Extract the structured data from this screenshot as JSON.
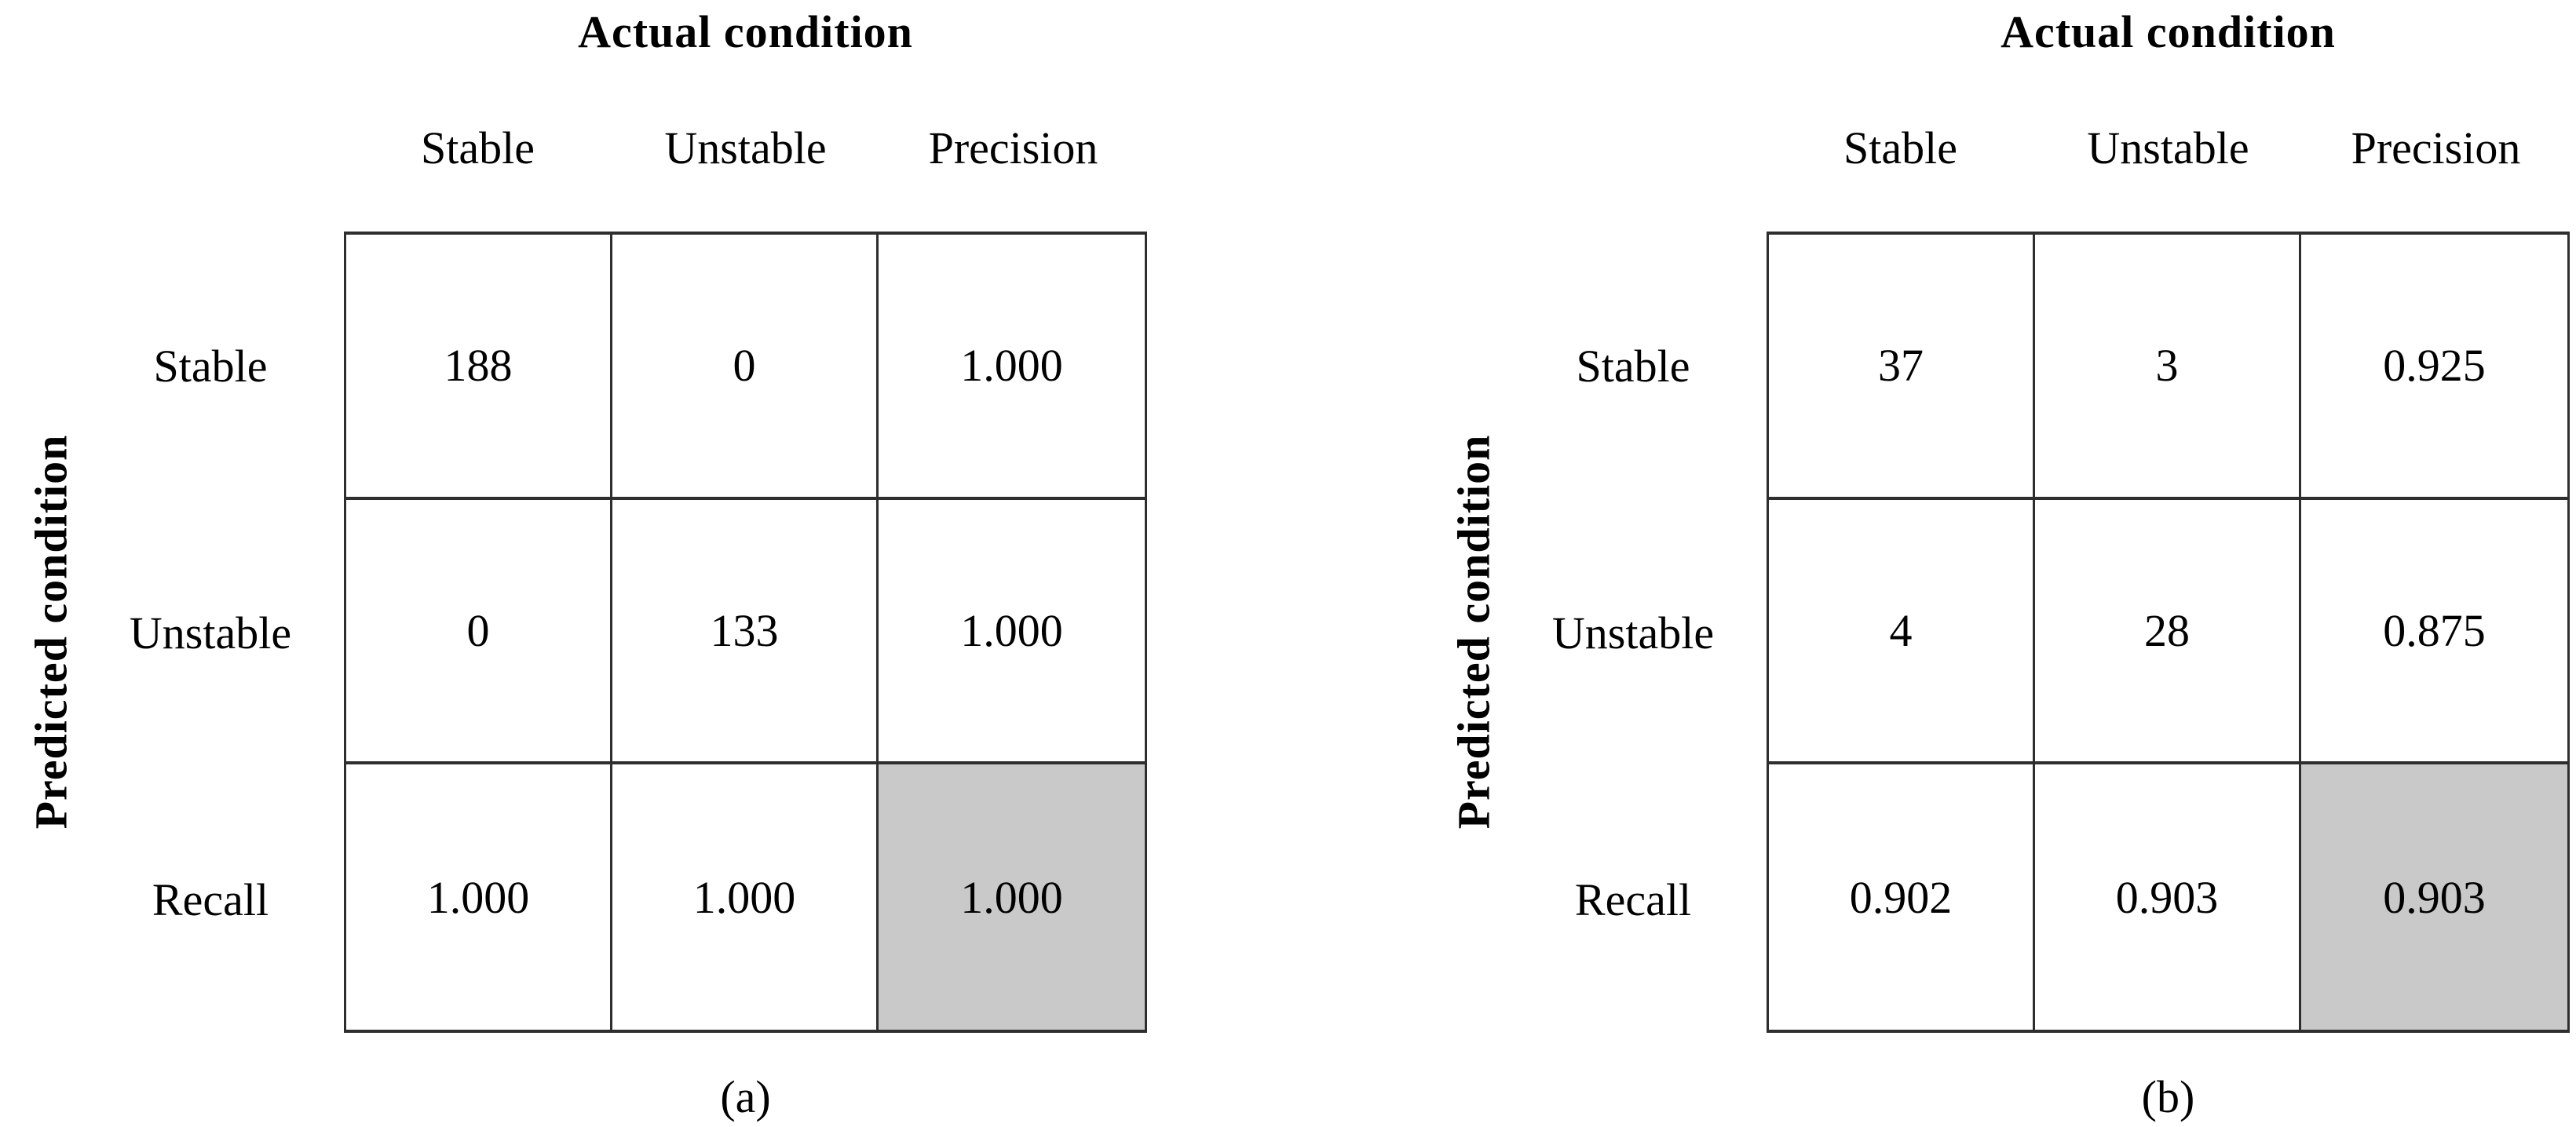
{
  "figure": {
    "description": "Two confusion matrices with precision and recall, panels (a) and (b)",
    "highlight_color": "#c9c9c9",
    "grid_color": "#2e2e2e"
  },
  "panels": [
    {
      "axis_top": "Actual condition",
      "axis_left": "Predicted condition",
      "col_headers": [
        "Stable",
        "Unstable",
        "Precision"
      ],
      "row_labels": [
        "Stable",
        "Unstable",
        "Recall"
      ],
      "rows": [
        [
          "188",
          "0",
          "1.000"
        ],
        [
          "0",
          "133",
          "1.000"
        ],
        [
          "1.000",
          "1.000",
          "1.000"
        ]
      ],
      "caption": "(a)"
    },
    {
      "axis_top": "Actual condition",
      "axis_left": "Predicted condition",
      "col_headers": [
        "Stable",
        "Unstable",
        "Precision"
      ],
      "row_labels": [
        "Stable",
        "Unstable",
        "Recall"
      ],
      "rows": [
        [
          "37",
          "3",
          "0.925"
        ],
        [
          "4",
          "28",
          "0.875"
        ],
        [
          "0.902",
          "0.903",
          "0.903"
        ]
      ],
      "caption": "(b)"
    }
  ],
  "chart_data": [
    {
      "type": "table",
      "title": "Actual condition",
      "row_axis_label": "Predicted condition",
      "columns": [
        "Stable",
        "Unstable",
        "Precision"
      ],
      "rows": [
        {
          "label": "Stable",
          "values": [
            188,
            0,
            1.0
          ]
        },
        {
          "label": "Unstable",
          "values": [
            0,
            133,
            1.0
          ]
        },
        {
          "label": "Recall",
          "values": [
            1.0,
            1.0,
            1.0
          ]
        }
      ],
      "caption": "(a)",
      "note": "bottom-right recall/precision cell shaded gray (overall accuracy 1.000)"
    },
    {
      "type": "table",
      "title": "Actual condition",
      "row_axis_label": "Predicted condition",
      "columns": [
        "Stable",
        "Unstable",
        "Precision"
      ],
      "rows": [
        {
          "label": "Stable",
          "values": [
            37,
            3,
            0.925
          ]
        },
        {
          "label": "Unstable",
          "values": [
            4,
            28,
            0.875
          ]
        },
        {
          "label": "Recall",
          "values": [
            0.902,
            0.903,
            0.903
          ]
        }
      ],
      "caption": "(b)",
      "note": "bottom-right recall/precision cell shaded gray (overall accuracy 0.903)"
    }
  ]
}
